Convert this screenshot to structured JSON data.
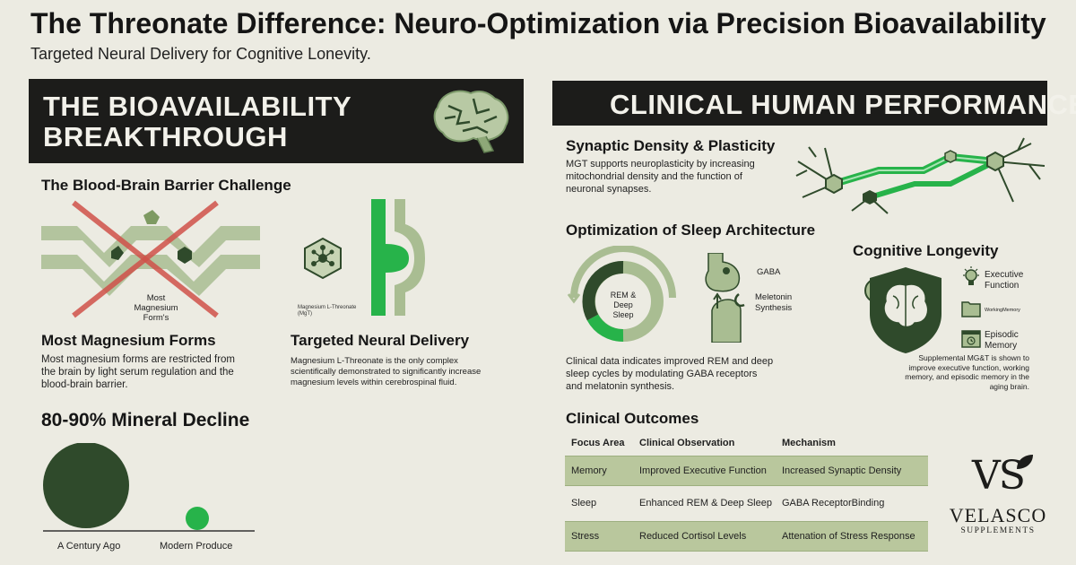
{
  "header": {
    "title": "The Threonate Difference: Neuro-Optimization via Precision Bioavailability",
    "subtitle": "Targeted Neural Delivery for Cognitive Lonevity."
  },
  "left": {
    "banner_line1": "THE BIOAVAILABILITY",
    "banner_line2": "BREAKTHROUGH",
    "bbb_heading": "The Blood-Brain Barrier Challenge",
    "blocked_label_1": "Most",
    "blocked_label_2": "Magnesium",
    "blocked_label_3": "Form's",
    "mgt_label_1": "Magnesium L-Threonate",
    "mgt_label_2": "(MgT)",
    "most_forms_heading": "Most Magnesium Forms",
    "most_forms_text": "Most magnesium forms are restricted from the brain by light serum regulation and the blood-brain barrier.",
    "targeted_heading": "Targeted Neural Delivery",
    "targeted_text": "Magnesium L-Threonate is the only complex scientifically demonstrated to significantly increase magnesium levels within cerebrospinal fluid.",
    "decline_heading": "80-90% Mineral Decline",
    "decline_label_past": "A Century Ago",
    "decline_label_now": "Modern Produce"
  },
  "right": {
    "banner": "CLINICAL HUMAN PERFORMANCE",
    "synaptic_heading": "Synaptic Density & Plasticity",
    "synaptic_text": "MGT supports neuroplasticity by increasing mitochondrial density and the function of neuronal synapses.",
    "sleep_heading": "Optimization of Sleep Architecture",
    "sleep_ring_label_1": "REM &",
    "sleep_ring_label_2": "Deep Sleep",
    "gaba_label": "GABA",
    "meletonin_label_1": "Meletonin",
    "meletonin_label_2": "Synthesis",
    "sleep_text": "Clinical data indicates improved REM and deep sleep cycles by modulating GABA receptors and melatonin synthesis.",
    "longevity_heading": "Cognitive Longevity",
    "exec_label_1": "Executive",
    "exec_label_2": "Function",
    "working_label": "WorkingMemory",
    "episodic_label_1": "Episodic",
    "episodic_label_2": "Memory",
    "longevity_text": "Supplemental MG&T is shown to improve executive function, working memory, and episodic memory in the aging brain.",
    "outcomes_heading": "Clinical Outcomes",
    "outcomes_columns": [
      "Focus Area",
      "Clinical Observation",
      "Mechanism"
    ],
    "outcomes_rows": [
      [
        "Memory",
        "Improved Executive Function",
        "Increased Synaptic Density"
      ],
      [
        "Sleep",
        "Enhanced REM & Deep Sleep",
        "GABA ReceptorBinding"
      ],
      [
        "Stress",
        "Reduced Cortisol Levels",
        "Attenation of Stress Response"
      ]
    ]
  },
  "brand": {
    "monogram": "VS",
    "name": "VELASCO",
    "tagline": "SUPPLEMENTS"
  },
  "colors": {
    "background": "#ecebe2",
    "banner": "#1c1c1a",
    "dark_green": "#2f4a2b",
    "bright_green": "#27b34a",
    "sage": "#a9bd92",
    "block_red": "#d0524a",
    "table_shade": "#b9c79d"
  },
  "icons": [
    "brain-icon",
    "molecule-icon",
    "neuron-icon",
    "shield-brain-icon",
    "lightbulb-icon",
    "folder-icon",
    "calendar-clock-icon",
    "leaf-icon"
  ]
}
